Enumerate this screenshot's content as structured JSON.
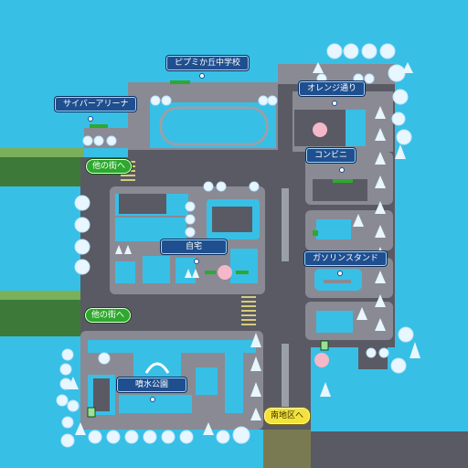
{
  "labels": {
    "school": "ピプミか丘中学校",
    "arena": "サイバーアリーナ",
    "orange": "オレンジ通り",
    "convenience": "コンビニ",
    "home": "自宅",
    "gas": "ガソリンスタンド",
    "park": "噴水公園"
  },
  "exits": {
    "west_upper": "他の街へ",
    "west_lower": "他の街へ",
    "south": "南地区へ"
  },
  "colors": {
    "water": "#38bfe6",
    "road": "#5a5a64",
    "block": "#8a8a94",
    "grass": "#3d7a3a",
    "building": "#4fbde6",
    "tree": "#e8f6ff",
    "label_bg": "#1f4f8f",
    "exit_green": "#2ea82e",
    "exit_yellow": "#f3e23a"
  }
}
